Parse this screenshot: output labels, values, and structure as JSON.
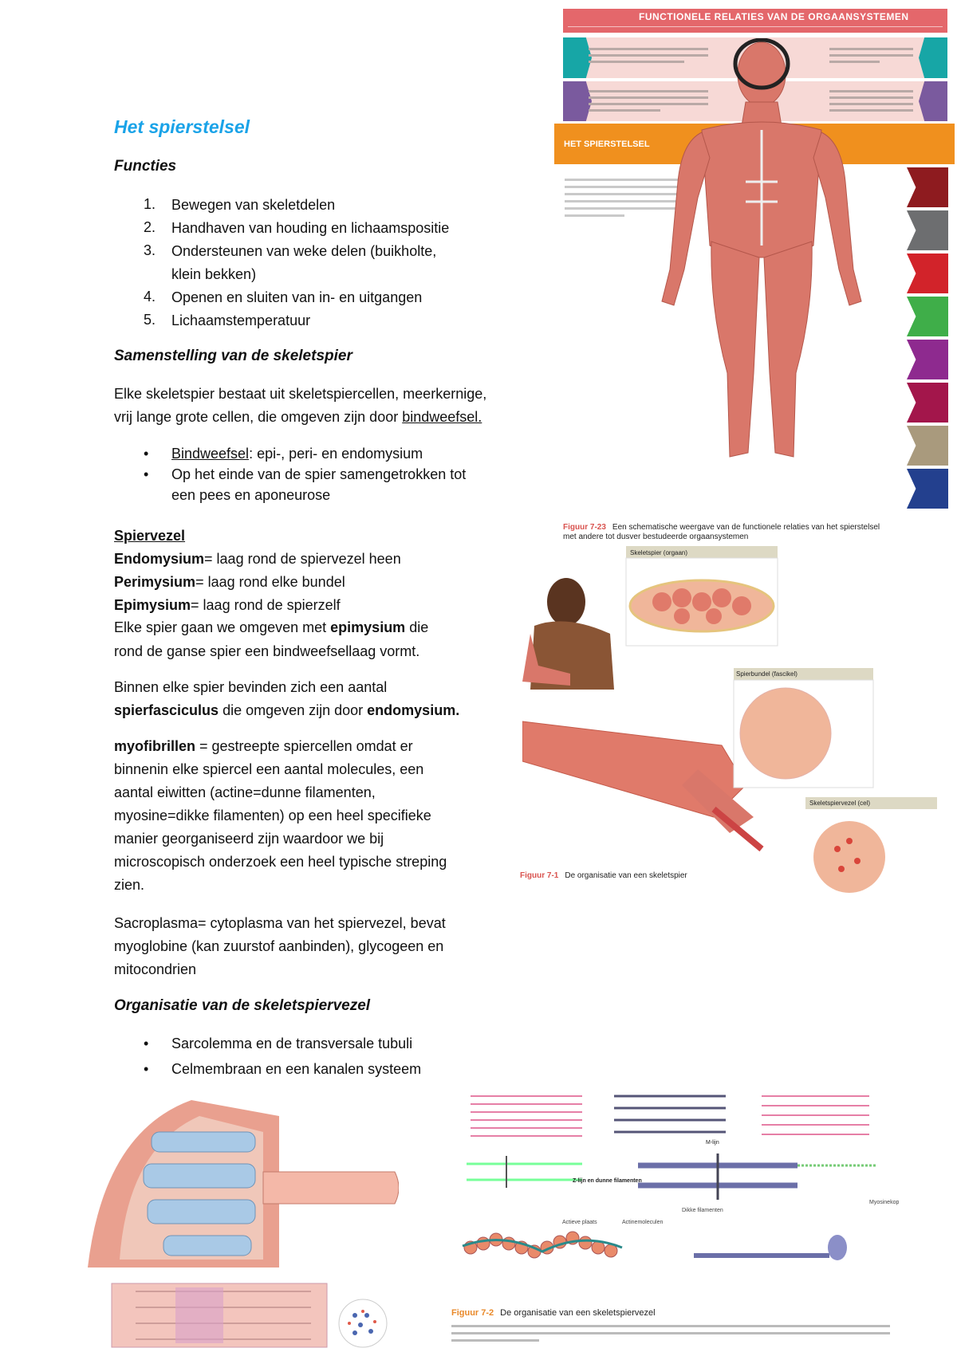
{
  "title": "Het spierstelsel",
  "functies": {
    "heading": "Functies",
    "items": [
      {
        "n": "1.",
        "lines": [
          "Bewegen van skeletdelen"
        ]
      },
      {
        "n": "2.",
        "lines": [
          "Handhaven van houding en lichaamspositie"
        ]
      },
      {
        "n": "3.",
        "lines": [
          "Ondersteunen van weke delen (buikholte,",
          "klein bekken)"
        ]
      },
      {
        "n": "4.",
        "lines": [
          "Openen en sluiten van in- en uitgangen"
        ]
      },
      {
        "n": "5.",
        "lines": [
          "Lichaamstemperatuur"
        ]
      }
    ]
  },
  "samenstelling": {
    "heading": "Samenstelling van de skeletspier",
    "para_line1": "Elke skeletspier bestaat uit skeletspiercellen, meerkernige,",
    "para_line2_pre": "vrij lange grote cellen, die omgeven zijn door ",
    "para_line2_link": "bindweefsel.",
    "bullet1_link": "Bindweefsel",
    "bullet1_rest": ": epi-, peri- en endomysium",
    "bullet2_line1": "Op het einde van de spier samengetrokken tot",
    "bullet2_line2": "een pees en aponeurose"
  },
  "spiervezel": {
    "heading": "Spiervezel",
    "endo_term": "Endomysium",
    "endo_def": "= laag rond de spiervezel heen",
    "peri_term": "Perimysium",
    "peri_def": "= laag rond elke bundel",
    "epi_term": "Epimysium",
    "epi_def": "= laag rond de spierzelf",
    "elke_pre": "Elke spier gaan we omgeven met ",
    "elke_term": "epimysium",
    "elke_post": " die",
    "elke_line2": "rond de ganse spier een bindweefsellaag vormt.",
    "binnen_line1": "Binnen elke spier bevinden zich een aantal",
    "binnen_term": "spierfasciculus",
    "binnen_mid": " die omgeven zijn door ",
    "binnen_term2": "endomysium.",
    "myo_term": "myofibrillen",
    "myo_lines": [
      " = gestreepte spiercellen omdat er",
      "binnenin elke spiercel een aantal molecules, een",
      "aantal eiwitten (actine=dunne filamenten,",
      "myosine=dikke filamenten) op een heel specifieke",
      "manier georganiseerd zijn waardoor we bij",
      "microscopisch onderzoek een heel typische streping",
      "zien."
    ],
    "sacro_lines": [
      "Sacroplasma= cytoplasma van het spiervezel, bevat",
      "myoglobine (kan zuurstof aanbinden), glycogeen en",
      "mitocondrien"
    ]
  },
  "organisatie": {
    "heading": "Organisatie van de skeletspiervezel",
    "bullets": [
      "Sarcolemma en de transversale tubuli",
      "Celmembraan en een kanalen systeem"
    ]
  },
  "bullet_glyph": "•",
  "infographic": {
    "banner": "FUNCTIONELE RELATIES VAN DE ORGAANSYSTEMEN",
    "section": "HET SPIERSTELSEL",
    "colors": {
      "banner": "#e4676b",
      "row_bg": "#f7d9d6",
      "teal": "#17a6a6",
      "purple": "#7a5a9e",
      "orange": "#f0901e"
    },
    "tab_colors": [
      "#8e1b1f",
      "#6d6e70",
      "#d2232a",
      "#3fae49",
      "#8e2a8f",
      "#a3164b",
      "#a99a7d",
      "#23408e"
    ]
  },
  "figure_7_23": {
    "label": "Figuur 7-23",
    "text_line1": "Een schematische weergave van de functionele relaties van het spierstelsel",
    "text_line2": "met andere tot dusver bestudeerde orgaansystemen"
  },
  "figure_7_1": {
    "label": "Figuur 7-1",
    "text": "De organisatie van een skeletspier",
    "box1": "Skeletspier (orgaan)",
    "box2": "Spierbundel (fascikel)",
    "box3": "Skeletspiervezel (cel)"
  },
  "figure_7_2": {
    "label": "Figuur 7-2",
    "text": "De organisatie van een skeletspiervezel",
    "m_lijn": "M-lijn",
    "z_lijn": "Z-lijn en dunne filamenten",
    "dikke": "Dikke filamenten",
    "actieve": "Actieve plaats",
    "actine": "Actinemoleculen",
    "myosinekop": "Myosinekop"
  }
}
